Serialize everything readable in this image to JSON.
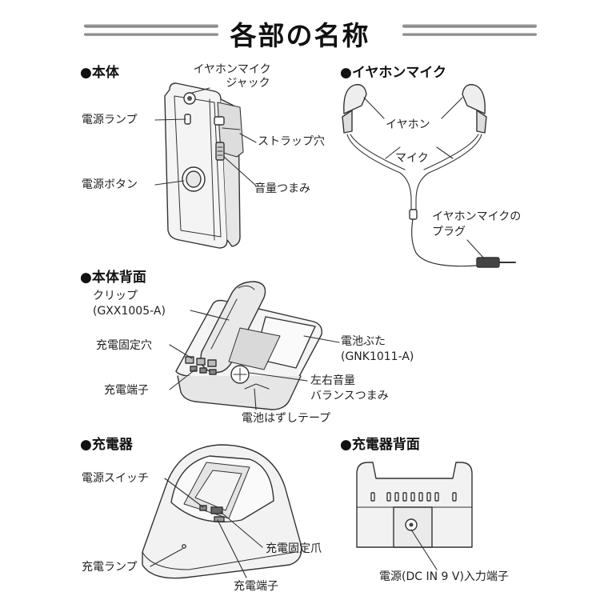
{
  "title": "各部の名称",
  "sections": {
    "body": {
      "heading": "●本体",
      "labels": {
        "jack_line1": "イヤホンマイク",
        "jack_line2": "ジャック",
        "power_lamp": "電源ランプ",
        "strap_hole": "ストラップ穴",
        "power_button": "電源ボタン",
        "volume_knob": "音量つまみ"
      }
    },
    "earphone": {
      "heading": "●イヤホンマイク",
      "labels": {
        "earphone": "イヤホン",
        "mic": "マイク",
        "plug_line1": "イヤホンマイクの",
        "plug_line2": "プラグ"
      }
    },
    "body_back": {
      "heading": "●本体背面",
      "labels": {
        "clip_line1": "クリップ",
        "clip_line2": "(GXX1005-A)",
        "charge_fix_hole": "充電固定穴",
        "charge_terminal": "充電端子",
        "battery_cover_line1": "電池ぶた",
        "battery_cover_line2": "(GNK1011-A)",
        "balance_line1": "左右音量",
        "balance_line2": "バランスつまみ",
        "battery_tape": "電池はずしテープ"
      }
    },
    "charger": {
      "heading": "●充電器",
      "labels": {
        "power_switch": "電源スイッチ",
        "charge_lamp": "充電ランプ",
        "charge_claw": "充電固定爪",
        "charge_terminal": "充電端子"
      }
    },
    "charger_back": {
      "heading": "●充電器背面",
      "labels": {
        "dc_input": "電源(DC IN 9 V)入力端子"
      }
    }
  }
}
